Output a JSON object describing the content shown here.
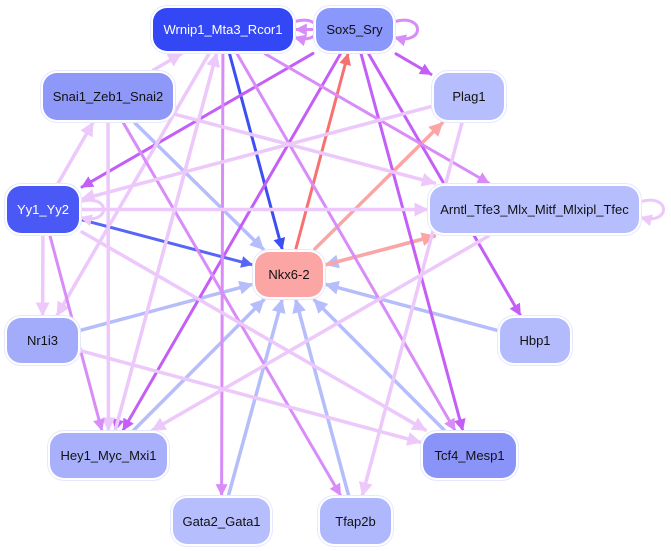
{
  "graph": {
    "title": "Regulatory network around Nkx6-2",
    "nodes": [
      {
        "id": "Wrnip1_Mta3_Rcor1",
        "label": "Wrnip1_Mta3_Rcor1",
        "color": "#3347f5",
        "text": "dark"
      },
      {
        "id": "Sox5_Sry",
        "label": "Sox5_Sry",
        "color": "#8a97fb",
        "text": "light"
      },
      {
        "id": "Snai1_Zeb1_Snai2",
        "label": "Snai1_Zeb1_Snai2",
        "color": "#8e98f9",
        "text": "light"
      },
      {
        "id": "Plag1",
        "label": "Plag1",
        "color": "#b6befd",
        "text": "light"
      },
      {
        "id": "Yy1_Yy2",
        "label": "Yy1_Yy2",
        "color": "#4a59f6",
        "text": "dark"
      },
      {
        "id": "Arntl_Tfe3_Mlx_Mitf_Mlxipl_Tfec",
        "label": "Arntl_Tfe3_Mlx_Mitf_Mlxipl_Tfec",
        "color": "#b6befd",
        "text": "light"
      },
      {
        "id": "Nkx6-2",
        "label": "Nkx6-2",
        "color": "#fca5a5",
        "text": "light"
      },
      {
        "id": "Nr1i3",
        "label": "Nr1i3",
        "color": "#a3acfb",
        "text": "light"
      },
      {
        "id": "Hbp1",
        "label": "Hbp1",
        "color": "#b3bbfd",
        "text": "light"
      },
      {
        "id": "Hey1_Myc_Mxi1",
        "label": "Hey1_Myc_Mxi1",
        "color": "#a8b0fc",
        "text": "light"
      },
      {
        "id": "Tcf4_Mesp1",
        "label": "Tcf4_Mesp1",
        "color": "#8a93f7",
        "text": "light"
      },
      {
        "id": "Gata2_Gata1",
        "label": "Gata2_Gata1",
        "color": "#b6befd",
        "text": "light"
      },
      {
        "id": "Tfap2b",
        "label": "Tfap2b",
        "color": "#b0b8fd",
        "text": "light"
      }
    ],
    "edge_colors": {
      "strong_blue": "#3d4ff2",
      "blue": "#5866f5",
      "light_blue": "#b5bdfb",
      "red": "#f87171",
      "light_red": "#fca5a5",
      "purple": "#c45ef7",
      "mid_purple": "#d98cf8",
      "light_purple": "#ecc8fb"
    },
    "edges": [
      {
        "from": "Wrnip1_Mta3_Rcor1",
        "to": "Nkx6-2",
        "color": "strong_blue"
      },
      {
        "from": "Yy1_Yy2",
        "to": "Nkx6-2",
        "color": "blue"
      },
      {
        "from": "Snai1_Zeb1_Snai2",
        "to": "Nkx6-2",
        "color": "light_blue"
      },
      {
        "from": "Nr1i3",
        "to": "Nkx6-2",
        "color": "light_blue"
      },
      {
        "from": "Hey1_Myc_Mxi1",
        "to": "Nkx6-2",
        "color": "light_blue"
      },
      {
        "from": "Gata2_Gata1",
        "to": "Nkx6-2",
        "color": "light_blue"
      },
      {
        "from": "Tfap2b",
        "to": "Nkx6-2",
        "color": "light_blue"
      },
      {
        "from": "Tcf4_Mesp1",
        "to": "Nkx6-2",
        "color": "light_blue"
      },
      {
        "from": "Hbp1",
        "to": "Nkx6-2",
        "color": "light_blue"
      },
      {
        "from": "Arntl_Tfe3_Mlx_Mitf_Mlxipl_Tfec",
        "to": "Nkx6-2",
        "color": "light_blue"
      },
      {
        "from": "Nkx6-2",
        "to": "Sox5_Sry",
        "color": "red"
      },
      {
        "from": "Nkx6-2",
        "to": "Plag1",
        "color": "light_red"
      },
      {
        "from": "Nkx6-2",
        "to": "Arntl_Tfe3_Mlx_Mitf_Mlxipl_Tfec",
        "color": "light_red"
      },
      {
        "from": "Sox5_Sry",
        "to": "Plag1",
        "color": "purple"
      },
      {
        "from": "Sox5_Sry",
        "to": "Wrnip1_Mta3_Rcor1",
        "color": "mid_purple"
      },
      {
        "from": "Sox5_Sry",
        "to": "Hey1_Myc_Mxi1",
        "color": "purple"
      },
      {
        "from": "Sox5_Sry",
        "to": "Tcf4_Mesp1",
        "color": "purple"
      },
      {
        "from": "Sox5_Sry",
        "to": "Hbp1",
        "color": "purple"
      },
      {
        "from": "Sox5_Sry",
        "to": "Yy1_Yy2",
        "color": "purple"
      },
      {
        "from": "Wrnip1_Mta3_Rcor1",
        "to": "Hey1_Myc_Mxi1",
        "color": "purple"
      },
      {
        "from": "Wrnip1_Mta3_Rcor1",
        "to": "Gata2_Gata1",
        "color": "mid_purple"
      },
      {
        "from": "Wrnip1_Mta3_Rcor1",
        "to": "Arntl_Tfe3_Mlx_Mitf_Mlxipl_Tfec",
        "color": "mid_purple"
      },
      {
        "from": "Wrnip1_Mta3_Rcor1",
        "to": "Tcf4_Mesp1",
        "color": "mid_purple"
      },
      {
        "from": "Wrnip1_Mta3_Rcor1",
        "to": "Nr1i3",
        "color": "light_purple"
      },
      {
        "from": "Snai1_Zeb1_Snai2",
        "to": "Wrnip1_Mta3_Rcor1",
        "color": "light_purple"
      },
      {
        "from": "Snai1_Zeb1_Snai2",
        "to": "Tfap2b",
        "color": "mid_purple"
      },
      {
        "from": "Snai1_Zeb1_Snai2",
        "to": "Hey1_Myc_Mxi1",
        "color": "light_purple"
      },
      {
        "from": "Snai1_Zeb1_Snai2",
        "to": "Arntl_Tfe3_Mlx_Mitf_Mlxipl_Tfec",
        "color": "light_purple"
      },
      {
        "from": "Yy1_Yy2",
        "to": "Arntl_Tfe3_Mlx_Mitf_Mlxipl_Tfec",
        "color": "light_purple"
      },
      {
        "from": "Yy1_Yy2",
        "to": "Snai1_Zeb1_Snai2",
        "color": "light_purple"
      },
      {
        "from": "Yy1_Yy2",
        "to": "Nr1i3",
        "color": "light_purple"
      },
      {
        "from": "Yy1_Yy2",
        "to": "Hey1_Myc_Mxi1",
        "color": "mid_purple"
      },
      {
        "from": "Yy1_Yy2",
        "to": "Tcf4_Mesp1",
        "color": "light_purple"
      },
      {
        "from": "Plag1",
        "to": "Yy1_Yy2",
        "color": "light_purple"
      },
      {
        "from": "Plag1",
        "to": "Tfap2b",
        "color": "light_purple"
      },
      {
        "from": "Nr1i3",
        "to": "Tcf4_Mesp1",
        "color": "light_purple"
      },
      {
        "from": "Arntl_Tfe3_Mlx_Mitf_Mlxipl_Tfec",
        "to": "Hey1_Myc_Mxi1",
        "color": "light_purple"
      },
      {
        "from": "Hey1_Myc_Mxi1",
        "to": "Wrnip1_Mta3_Rcor1",
        "color": "light_purple"
      }
    ],
    "self_loops": [
      {
        "node": "Wrnip1_Mta3_Rcor1",
        "color": "mid_purple"
      },
      {
        "node": "Sox5_Sry",
        "color": "mid_purple"
      },
      {
        "node": "Arntl_Tfe3_Mlx_Mitf_Mlxipl_Tfec",
        "color": "light_purple"
      },
      {
        "node": "Yy1_Yy2",
        "color": "light_purple"
      }
    ]
  }
}
